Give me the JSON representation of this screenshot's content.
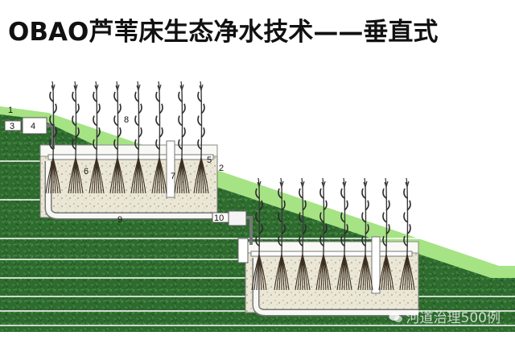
{
  "title": "OBAO芦苇床生态净水技术——垂直式",
  "labels": {
    "n1": "1",
    "n2": "2",
    "n3": "3",
    "n4": "4",
    "n5": "5",
    "n6": "6",
    "n7": "7",
    "n8": "8",
    "n9": "9",
    "n10": "10"
  },
  "watermark": "河道治理500例",
  "colors": {
    "hill": "#2f6a2e",
    "hill_light": "#9fe07a",
    "gravel": "#e8e4d4",
    "pipe": "#f4f4f2",
    "line": "#ffffff"
  }
}
